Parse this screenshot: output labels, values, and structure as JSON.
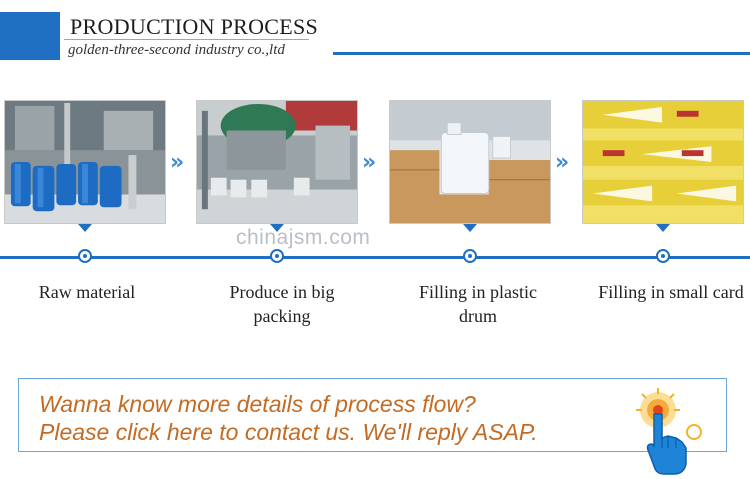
{
  "header": {
    "title": "PRODUCTION PROCESS",
    "subtitle": "golden-three-second industry co.,ltd"
  },
  "watermark": "chinajsm.com",
  "steps": [
    {
      "label": "Raw material"
    },
    {
      "label": "Produce in big packing"
    },
    {
      "label": "Filling in plastic drum"
    },
    {
      "label": "Filling in small card"
    }
  ],
  "cta": {
    "line1": "Wanna know more details of process flow?",
    "line2": "Please click here to contact us. We'll reply ASAP."
  },
  "colors": {
    "accent": "#1f6fc2",
    "cta_text": "#c46a22",
    "watermark": "#b9bfc7"
  },
  "icons": {
    "arrows": "double-chevron-right-icon",
    "pointer": "pointing-hand-icon"
  }
}
